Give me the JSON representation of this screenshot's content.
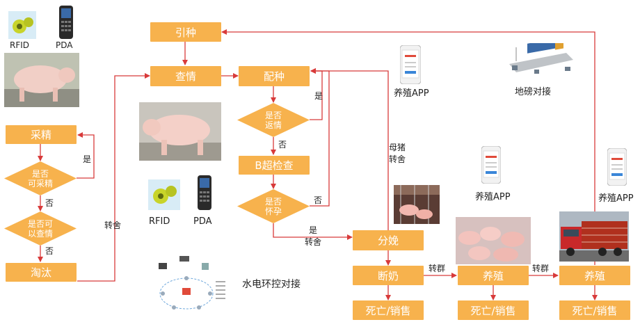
{
  "nodes": {
    "yinzhong": "引种",
    "chaqing": "查情",
    "peizhong": "配种",
    "shifou_fanqing": "是否\n返情",
    "b_chao": "B超检查",
    "shifou_huaiyun": "是否\n怀孕",
    "caijing": "采精",
    "shifou_kecaijing": "是否\n可采精",
    "shifou_keyichaqing": "是否可\n以查情",
    "taotai": "淘汰",
    "fenmian": "分娩",
    "duannai": "断奶",
    "yangzhi_1": "养殖",
    "yangzhi_2": "养殖",
    "siwang_1": "死亡/销售",
    "siwang_2": "死亡/销售",
    "siwang_3": "死亡/销售"
  },
  "edge_labels": {
    "shi_1": "是",
    "fou_1": "否",
    "shi_2": "是",
    "fou_2": "否",
    "fou_3": "否",
    "shi_zhuanshe": "是\n转舍",
    "zhuanshe_left": "转舍",
    "muzhu_zhuanshe": "母猪\n转舍",
    "zhuanqun_1": "转群",
    "zhuanqun_2": "转群"
  },
  "captions": {
    "rfid_top": "RFID",
    "pda_top": "PDA",
    "rfid_mid": "RFID",
    "pda_mid": "PDA",
    "app_1": "养殖APP",
    "app_2": "养殖APP",
    "app_3": "养殖APP",
    "dibang": "地磅对接",
    "shuidian": "水电环控对接"
  },
  "icons": [
    "rfid-tag-icon",
    "pda-device-icon",
    "smartphone-icon",
    "truck-scale-icon",
    "network-diagram-icon"
  ],
  "colors": {
    "node": "#f7b24d",
    "arrow": "#d83a3a"
  }
}
